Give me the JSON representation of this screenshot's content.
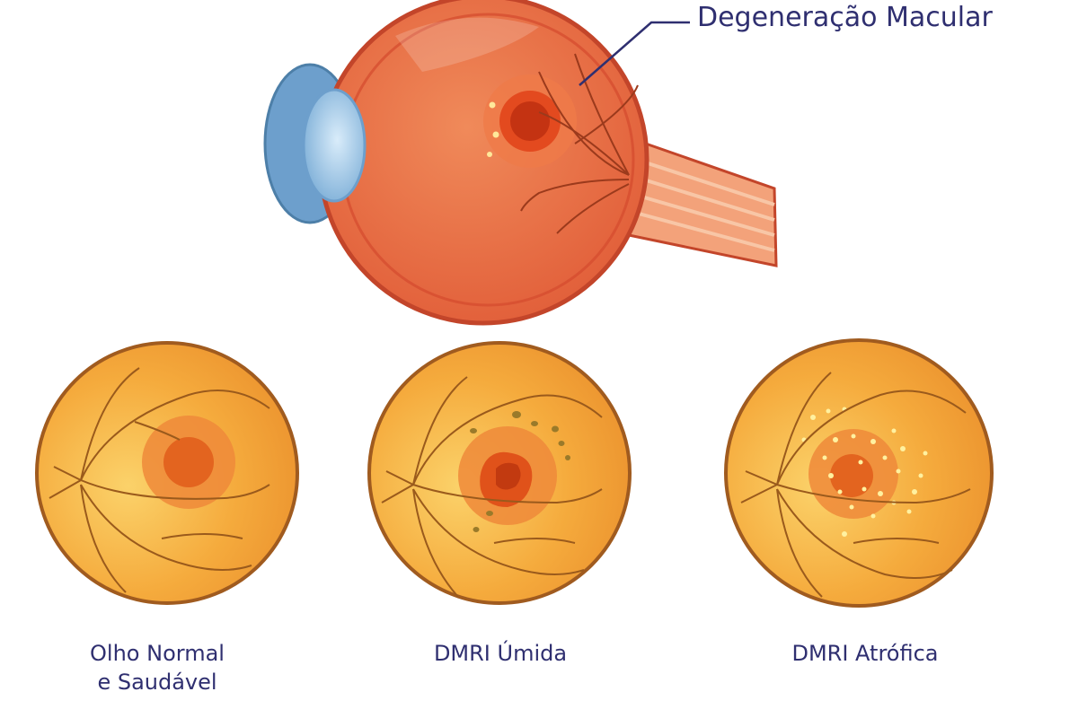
{
  "callout": {
    "text": "Degeneração Macular"
  },
  "panels": [
    {
      "id": "normal",
      "label_line1": "Olho Normal",
      "label_line2": "e Saudável"
    },
    {
      "id": "wet",
      "label": "DMRI Úmida"
    },
    {
      "id": "dry",
      "label": "DMRI Atrófica"
    }
  ],
  "colors": {
    "label_text": "#2f2f70",
    "eyeball": "#e8603a",
    "eyeball_outline": "#c3452a",
    "cornea": "#9fc6e6",
    "retina_fill": "#f5a53a",
    "retina_outline": "#a05b1f",
    "macula": "#e86a2c",
    "drusen": "#fff1a0",
    "hemorrhage": "#9a7a2a"
  }
}
